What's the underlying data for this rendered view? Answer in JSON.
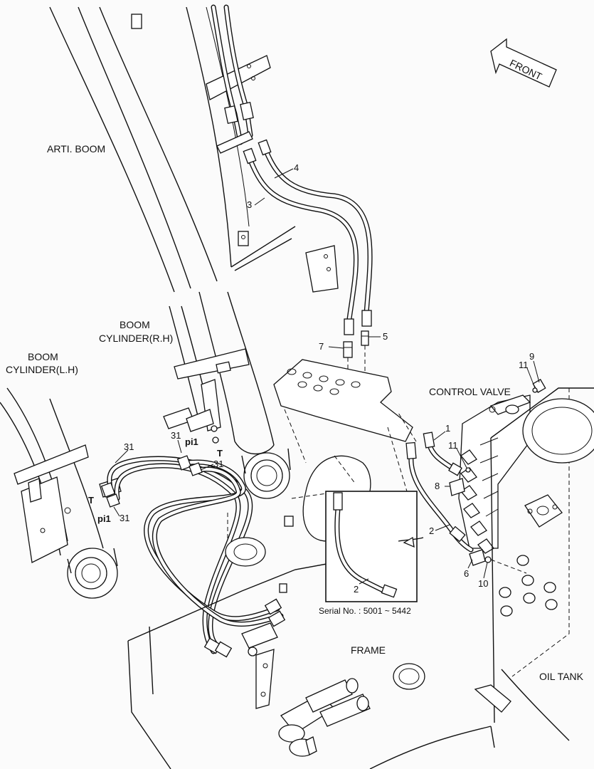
{
  "labels": {
    "front": "FRONT",
    "arti_boom": "ARTI. BOOM",
    "boom_cyl_rh_1": "BOOM",
    "boom_cyl_rh_2": "CYLINDER(R.H)",
    "boom_cyl_lh_1": "BOOM",
    "boom_cyl_lh_2": "CYLINDER(L.H)",
    "control_valve": "CONTROL VALVE",
    "frame": "FRAME",
    "oil_tank": "OIL TANK",
    "serial_note": "Serial No. : 5001 ~ 5442"
  },
  "port_labels": {
    "t_right": "T",
    "pi1_right": "pi1",
    "t_left": "T",
    "pi1_left": "pi1"
  },
  "callouts": {
    "c1": "1",
    "c2": "2",
    "c2_inset": "2",
    "c3": "3",
    "c4": "4",
    "c5": "5",
    "c6": "6",
    "c7": "7",
    "c8": "8",
    "c9": "9",
    "c10": "10",
    "c11a": "11",
    "c11b": "11",
    "c31a": "31",
    "c31b": "31",
    "c31c": "31",
    "c31d": "31"
  }
}
